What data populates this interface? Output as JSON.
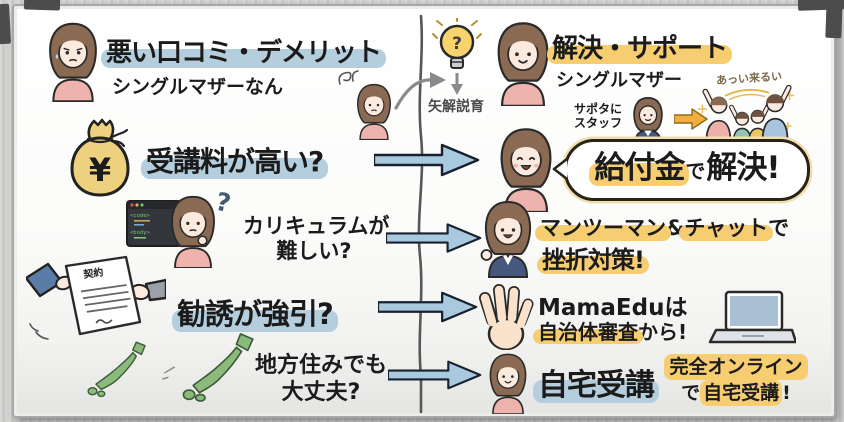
{
  "meta": {
    "kind": "whiteboard-infographic"
  },
  "colors": {
    "highlight_blue": "#b5cede",
    "highlight_yellow": "#f6cd71",
    "arrow_blue": "#a9c9de",
    "text": "#1b1b1b",
    "divider": "#575757",
    "map_green": "#8cba7c",
    "bag_yellow": "#eed17e"
  },
  "icons": {
    "lightbulb-icon": "💡",
    "money-bag-icon": "💰",
    "palm-hand-icon": "✋",
    "laptop-icon": "💻",
    "japan-map-icon": "🗾",
    "right-arrow-icon": "→",
    "down-arrow-icon": "↓",
    "curved-arrow-icon": "↷",
    "dizzy-squiggle-icon": "〰",
    "speech-bubble-icon": "💬",
    "contract-hands-icon": "📄",
    "code-window-icon": "🖥"
  },
  "left": {
    "title": "悪い口コミ・デメリット",
    "subtitle": "シングルマザーなん",
    "fee_question": "受講料が高い?",
    "yen_symbol": "¥",
    "curriculum_line1": "カリキュラムが",
    "curriculum_line2": "難しい?",
    "question_mark": "?",
    "code_line1": "<code>",
    "code_line2": "<body>",
    "contract_label": "契約",
    "solicit_question": "勧誘が強引?",
    "rural_line1": "地方住みでも",
    "rural_line2": "大丈夫?"
  },
  "center": {
    "caption": "矢解説育",
    "bulb_mark": "?"
  },
  "right": {
    "title": "解決・サポート",
    "subtitle": "シングルマザー",
    "staff_note_line1": "サポタに",
    "staff_note_line2": "スタッフ",
    "family_caption": "あっい来るい",
    "bubble_highlight": "給付金",
    "bubble_mid": "で",
    "bubble_end": "解決!",
    "support_seg1": "マンツーマン",
    "support_seg2": "&",
    "support_seg3": "チャット",
    "support_seg4": "で",
    "support_line2": "挫折対策!",
    "mamaedu_line1": "MamaEduは",
    "review_highlight": "自治体審査",
    "review_tail": "から!",
    "home_study": "自宅受講",
    "online_line1": "完全オンライン",
    "online_seg1": "で",
    "online_seg2": "自宅受講",
    "online_seg3": "!"
  }
}
